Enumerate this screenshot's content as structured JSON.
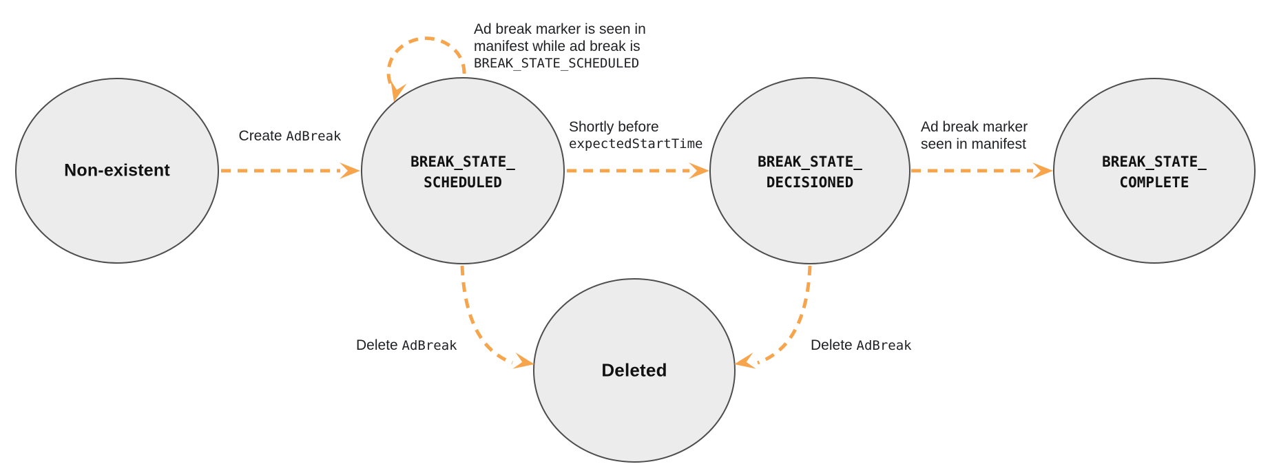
{
  "colors": {
    "arrow_orange": "#F7A54C",
    "node_fill": "#ECECEC",
    "node_border": "#4D4D4D",
    "text": "#1D1D1F"
  },
  "nodes": {
    "non_existent": {
      "label": "Non-existent"
    },
    "scheduled": {
      "line1": "BREAK_STATE_",
      "line2": "SCHEDULED"
    },
    "decisioned": {
      "line1": "BREAK_STATE_",
      "line2": "DECISIONED"
    },
    "complete": {
      "line1": "BREAK_STATE_",
      "line2": "COMPLETE"
    },
    "deleted": {
      "label": "Deleted"
    }
  },
  "edges": {
    "create": {
      "text": "Create ",
      "code": "AdBreak"
    },
    "self_loop": {
      "line1": "Ad break marker is seen in",
      "line2": "manifest while ad break is",
      "code_line": "BREAK_STATE_SCHEDULED"
    },
    "to_decisioned": {
      "text": "Shortly before",
      "code": "expectedStartTime"
    },
    "to_complete": {
      "line1": "Ad break marker",
      "line2": "seen in manifest"
    },
    "delete_from_scheduled": {
      "text": "Delete ",
      "code": "AdBreak"
    },
    "delete_from_decisioned": {
      "text": "Delete ",
      "code": "AdBreak"
    }
  }
}
